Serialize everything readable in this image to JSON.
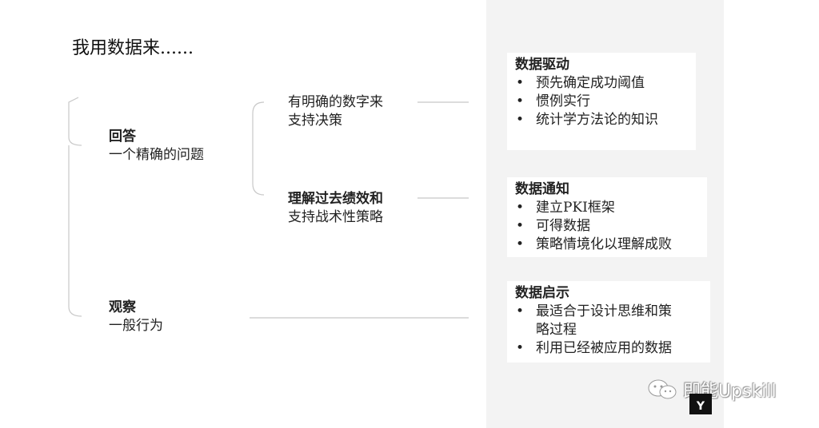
{
  "title": "我用数据来......",
  "left_nodes": {
    "answer": {
      "head": "回答",
      "text": "一个精确的问题"
    },
    "observe": {
      "head": "观察",
      "text": "一般行为"
    }
  },
  "mid_nodes": {
    "clear_numbers": {
      "line1": "有明确的数字来",
      "line2": "支持决策"
    },
    "past_performance": {
      "line1": "理解过去绩效和",
      "line2": "支持战术性策略"
    }
  },
  "boxes": [
    {
      "title": "数据驱动",
      "items": [
        "预先确定成功阈值",
        "惯例实行",
        "统计学方法论的知识"
      ]
    },
    {
      "title": "数据通知",
      "items": [
        "建立PKI框架",
        "可得数据",
        "策略情境化以理解成败"
      ]
    },
    {
      "title": "数据启示",
      "items": [
        "最适合于设计思维和策",
        "略过程",
        "利用已经被应用的数据"
      ]
    }
  ],
  "bullet_glyph": "•",
  "watermark": {
    "text": "即能Upskill",
    "icon": "wechat-icon"
  },
  "logo": {
    "letter": "Y"
  },
  "colors": {
    "panel": "#f3f3f3",
    "lines": "#c8c8c8"
  }
}
